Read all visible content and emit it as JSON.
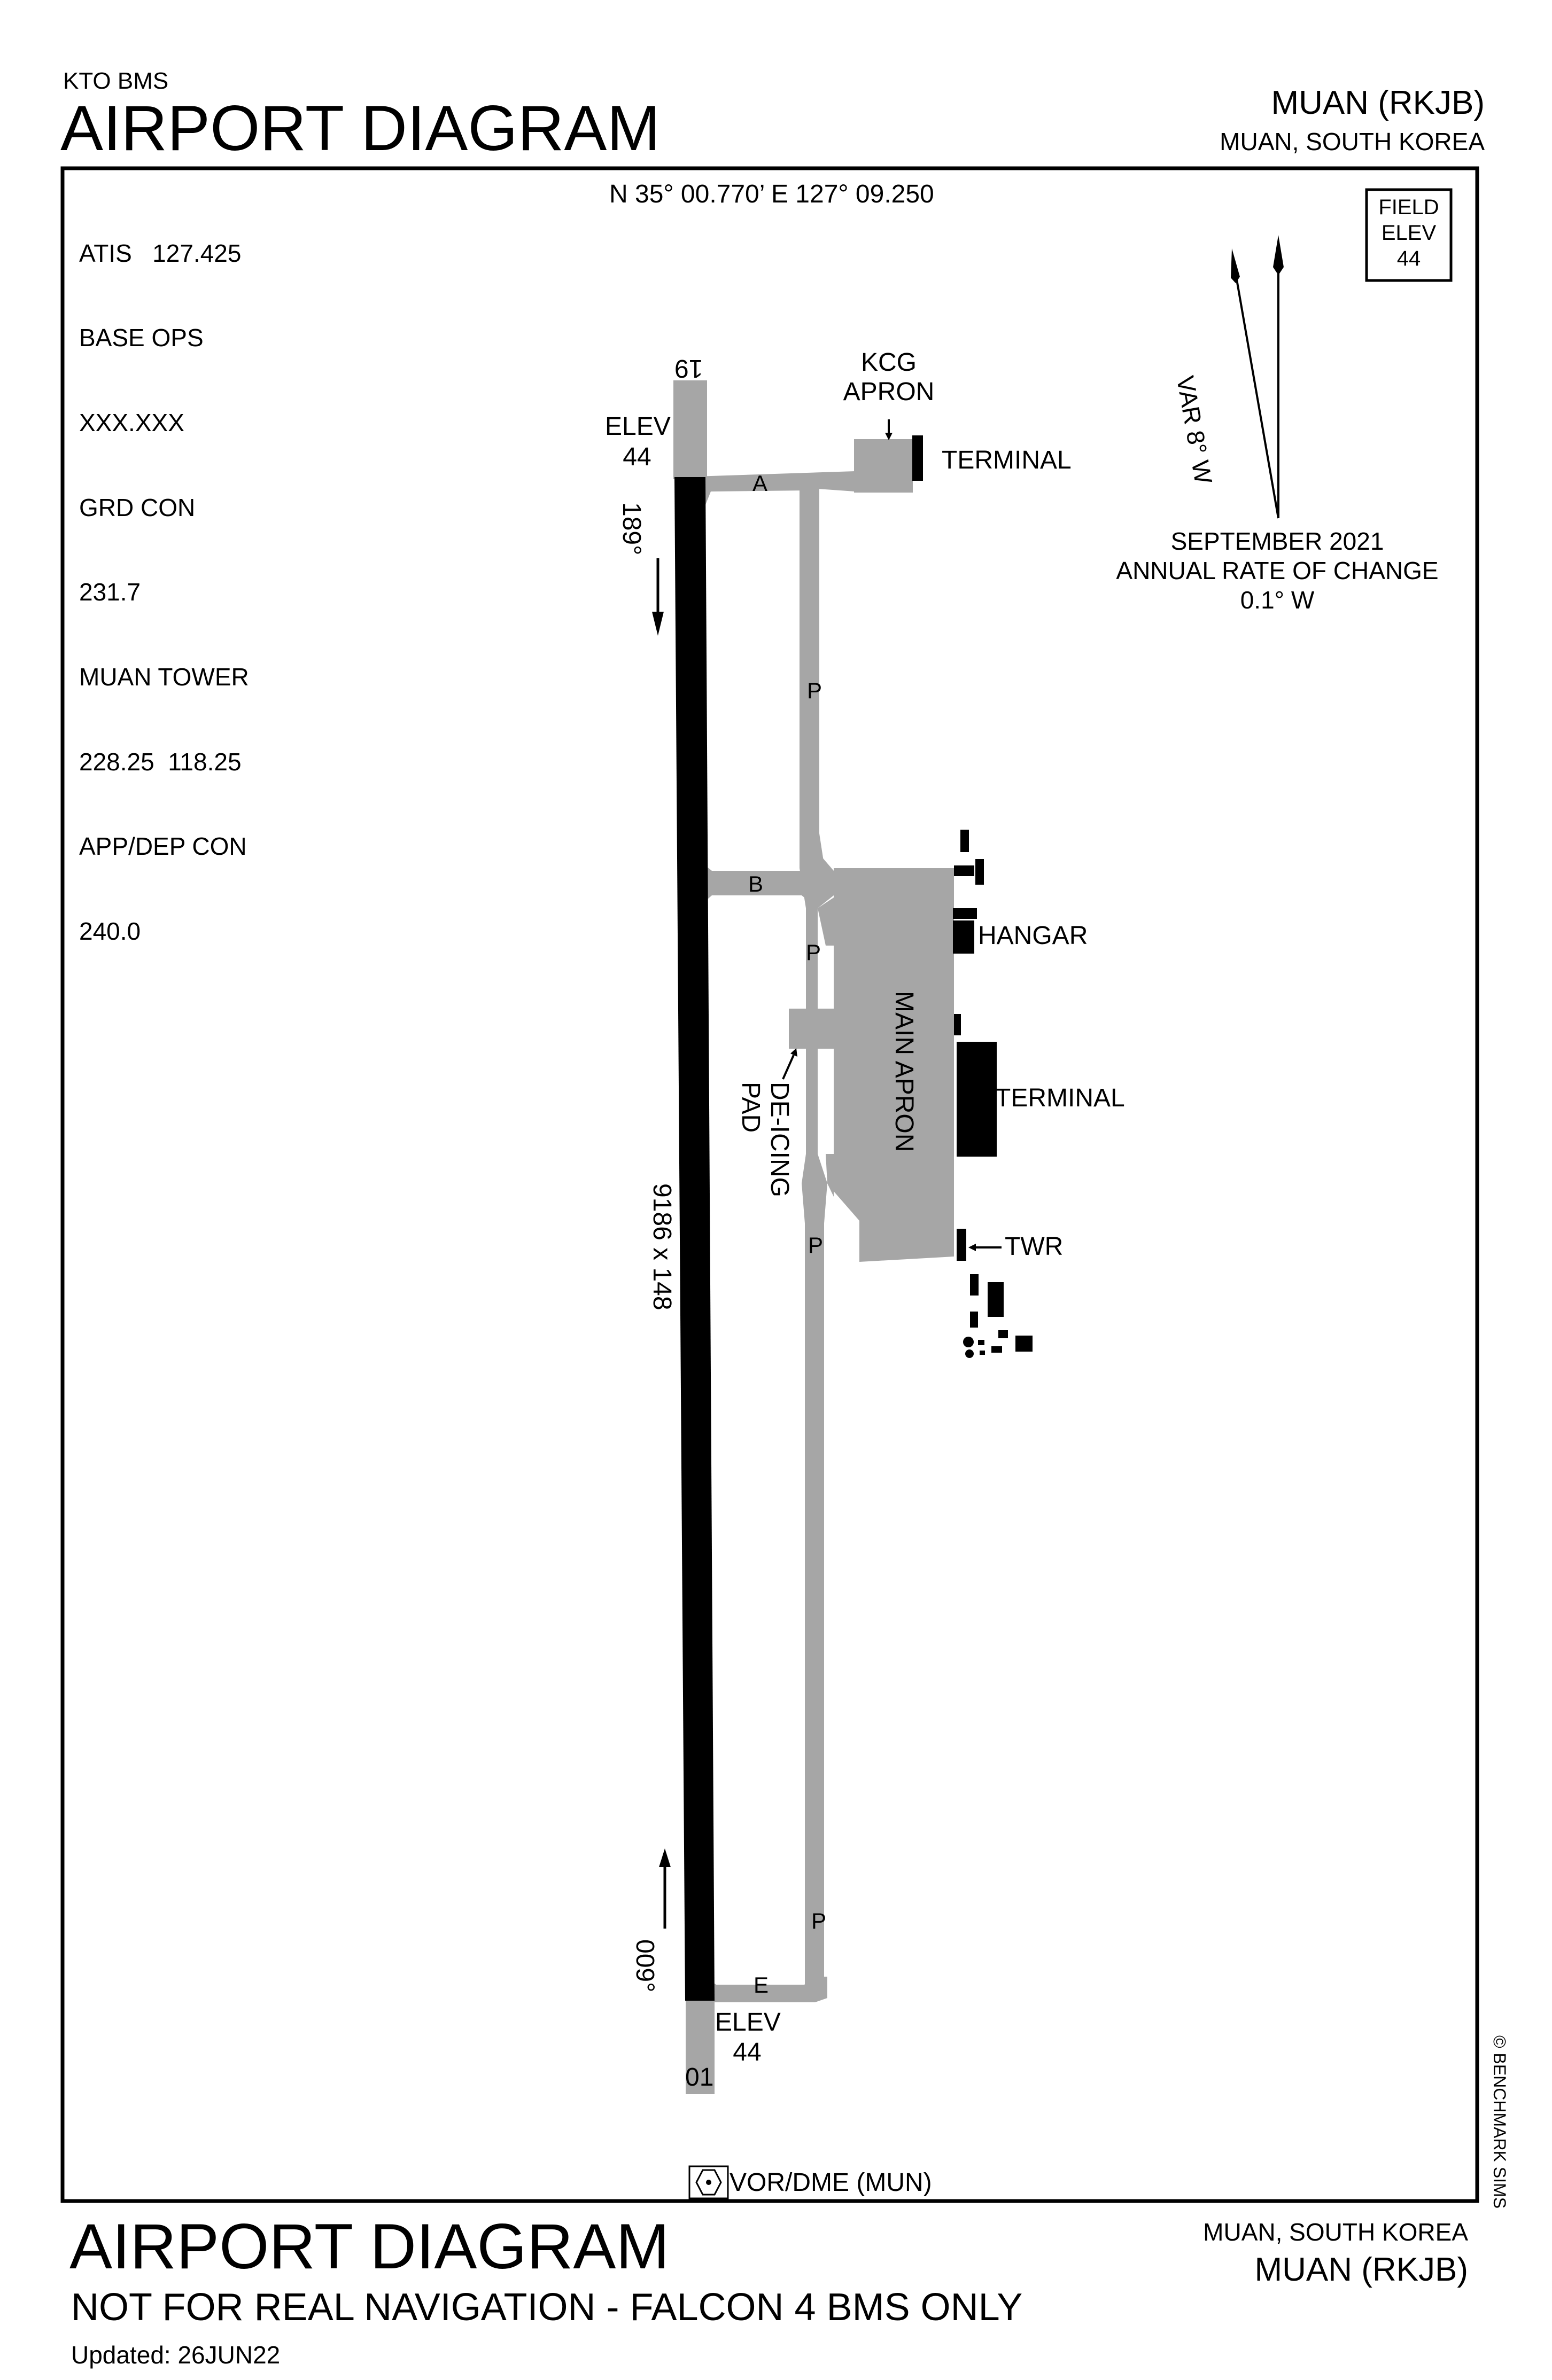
{
  "header": {
    "source": "KTO BMS",
    "title": "AIRPORT DIAGRAM",
    "airport": "MUAN (RKJB)",
    "location": "MUAN, SOUTH KOREA"
  },
  "frequencies": [
    "ATIS   127.425",
    "BASE OPS",
    "XXX.XXX",
    "GRD CON",
    "231.7",
    "MUAN TOWER",
    "228.25  118.25",
    "APP/DEP CON",
    "240.0"
  ],
  "coordinates": "N 35° 00.770’ E 127° 09.250",
  "field_elev": {
    "label1": "FIELD",
    "label2": "ELEV",
    "value": "44"
  },
  "magnetic": {
    "variation": "VAR 8° W",
    "epoch": "SEPTEMBER 2021",
    "rate_label": "ANNUAL RATE OF CHANGE",
    "rate_value": "0.1° W"
  },
  "runway": {
    "north_id": "19",
    "south_id": "01",
    "north_heading": "189°",
    "south_heading": "009°",
    "dimensions": "9186 x 148",
    "elev_label": "ELEV",
    "north_elev": "44",
    "south_elev": "44"
  },
  "taxiways": {
    "a": "A",
    "b": "B",
    "e": "E",
    "p": "P"
  },
  "labels": {
    "kcg_apron_1": "KCG",
    "kcg_apron_2": "APRON",
    "terminal_north": "TERMINAL",
    "hangar": "HANGAR",
    "main_apron": "MAIN APRON",
    "terminal_main": "TERMINAL",
    "twr": "TWR",
    "deicing_1": "DE-ICING",
    "deicing_2": "PAD"
  },
  "vor": "VOR/DME (MUN)",
  "copyright": "© BENCHMARK SIMS",
  "footer": {
    "title": "AIRPORT DIAGRAM",
    "disclaimer": "NOT FOR REAL NAVIGATION - FALCON 4 BMS ONLY",
    "updated": "Updated: 26JUN22",
    "location": "MUAN, SOUTH KOREA",
    "airport": "MUAN (RKJB)"
  },
  "colors": {
    "pavement": "#a6a6a6",
    "runway": "#000000",
    "building": "#000000"
  }
}
